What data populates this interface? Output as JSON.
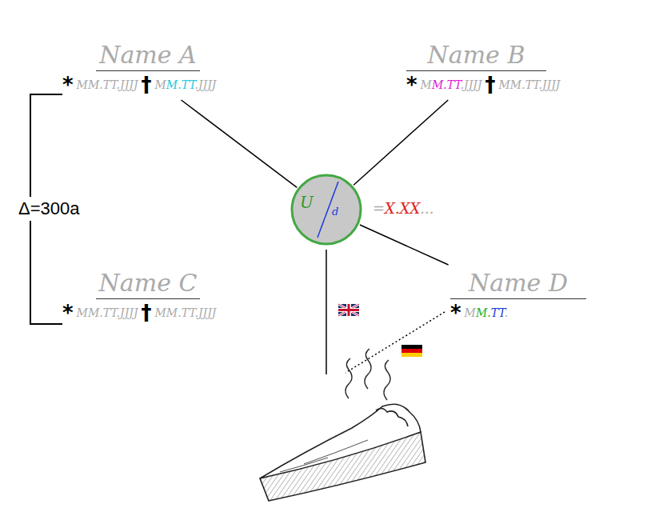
{
  "diagram": {
    "nodes": [
      {
        "text": [
          "Name A",
          "*",
          "MM.TT.JJJJ",
          "†",
          "MM.TT.JJJJ"
        ]
      },
      {
        "text": [
          "Name B",
          "*",
          "MM.TT.JJJJ",
          "†",
          "MM.TT.JJJJ"
        ]
      },
      {
        "text": [
          "U",
          "d"
        ]
      },
      {
        "text": [
          "Name C",
          "*",
          "MM.TT.JJJJ",
          "†",
          "MM.TT.JJJJ"
        ]
      },
      {
        "text": [
          "Name D",
          "*",
          "MM.TT."
        ]
      }
    ],
    "edges": [
      {
        "from": 0,
        "to": 2,
        "arrow": "none"
      },
      {
        "from": 1,
        "to": 2,
        "arrow": "none"
      },
      {
        "from": 4,
        "to": 2,
        "arrow": "none"
      }
    ],
    "labels": [
      "=X.XX...",
      "Δ=300a"
    ]
  }
}
